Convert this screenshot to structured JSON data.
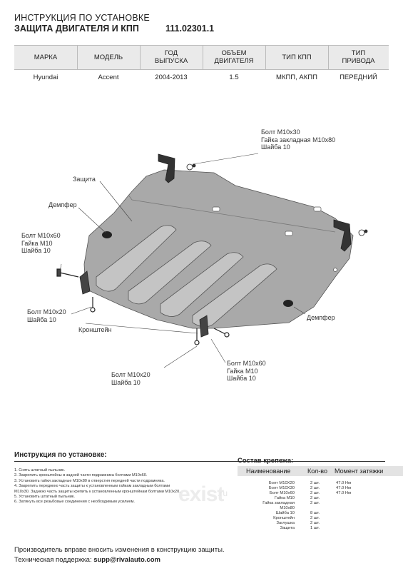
{
  "header": {
    "title": "ИНСТРУКЦИЯ ПО УСТАНОВКЕ",
    "subtitle": "ЗАЩИТА ДВИГАТЕЛЯ И КПП",
    "code": "111.02301.1"
  },
  "spec_table": {
    "headers": [
      "МАРКА",
      "МОДЕЛЬ",
      "ГОД\nВЫПУСКА",
      "ОБЪЕМ\nДВИГАТЕЛЯ",
      "ТИП КПП",
      "ТИП\nПРИВОДА"
    ],
    "row": [
      "Hyundai",
      "Accent",
      "2004-2013",
      "1.5",
      "МКПП, АКПП",
      "ПЕРЕДНИЙ"
    ]
  },
  "diagram_labels": {
    "bolt_top": [
      "Болт M10x30",
      "Гайка закладная M10x80",
      "Шайба 10"
    ],
    "shield": "Защита",
    "damper_left": "Демпфер",
    "bolt_left": [
      "Болт M10x60",
      "Гайка M10",
      "Шайба 10"
    ],
    "bolt_left_low": [
      "Болт M10x20",
      "Шайба 10"
    ],
    "bracket": "Кронштейн",
    "damper_right": "Демпфер",
    "bolt_center": [
      "Болт M10x60",
      "Гайка M10",
      "Шайба 10"
    ],
    "bolt_bottom": [
      "Болт M10x20",
      "Шайба 10"
    ]
  },
  "instructions": {
    "title": "Инструкция по установке:",
    "steps": [
      "1. Снять штатный пыльник.",
      "2. Закрепить кронштейны в задней части подрамника болтами M10x60.",
      "3. Установить гайки закладные M10x80 в отверстия передней части подрамника.",
      "4. Закрепить переднюю часть защиты к установленным гайкам закладным болтами",
      "M10x30. Заднюю часть защиты крепить к установленным кронштейнам болтами M10x20.",
      "5. Установить штатный пыльник.",
      "6. Затянуть все резьбовые соединения с необходимым усилием."
    ]
  },
  "fasteners": {
    "title": "Состав крепежа:",
    "headers": [
      "Наименование",
      "Кол-во",
      "Момент затяжки"
    ],
    "rows": [
      {
        "name": "Болт M10X20",
        "qty": "2 шт.",
        "torque": "47.0 Нм"
      },
      {
        "name": "Болт M10X30",
        "qty": "2 шт.",
        "torque": "47.0 Нм"
      },
      {
        "name": "Болт M10x60",
        "qty": "2 шт.",
        "torque": "47.0 Нм"
      },
      {
        "name": "Гайка M10",
        "qty": "2 шт.",
        "torque": ""
      },
      {
        "name": "Гайка закладная",
        "qty": "2 шт.",
        "torque": ""
      },
      {
        "name": "M10x80",
        "qty": "",
        "torque": ""
      },
      {
        "name": "Шайба 10",
        "qty": "8 шт.",
        "torque": ""
      },
      {
        "name": "Кронштейн",
        "qty": "2 шт.",
        "torque": ""
      },
      {
        "name": "Заглушка",
        "qty": "2 шт.",
        "torque": ""
      },
      {
        "name": "Защита",
        "qty": "1 шт.",
        "torque": ""
      }
    ]
  },
  "watermark": {
    "text": "exist",
    "suffix": ".ru"
  },
  "footer": {
    "note": "Производитель вправе вносить изменения в конструкцию защиты.",
    "support_label": "Техническая поддержка:",
    "support_email": "supp@rivalauto.com"
  }
}
